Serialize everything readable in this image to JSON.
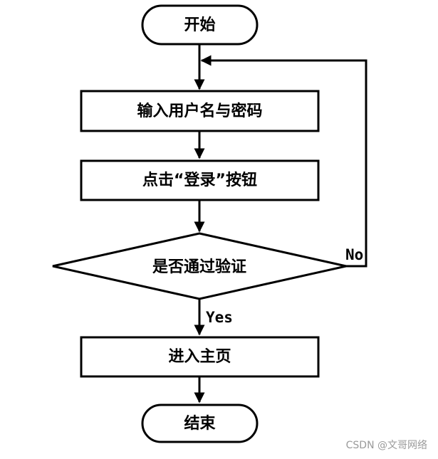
{
  "flowchart": {
    "start": "开始",
    "input_credentials": "输入用户名与密码",
    "click_login": "点击“登录”按钮",
    "verify_decision": "是否通过验证",
    "enter_home": "进入主页",
    "end": "结束",
    "yes_label": "Yes",
    "no_label": "No"
  },
  "watermark": "CSDN @文哥网络",
  "colors": {
    "stroke": "#000000",
    "fill": "#ffffff",
    "watermark": "#9a9a9a"
  }
}
